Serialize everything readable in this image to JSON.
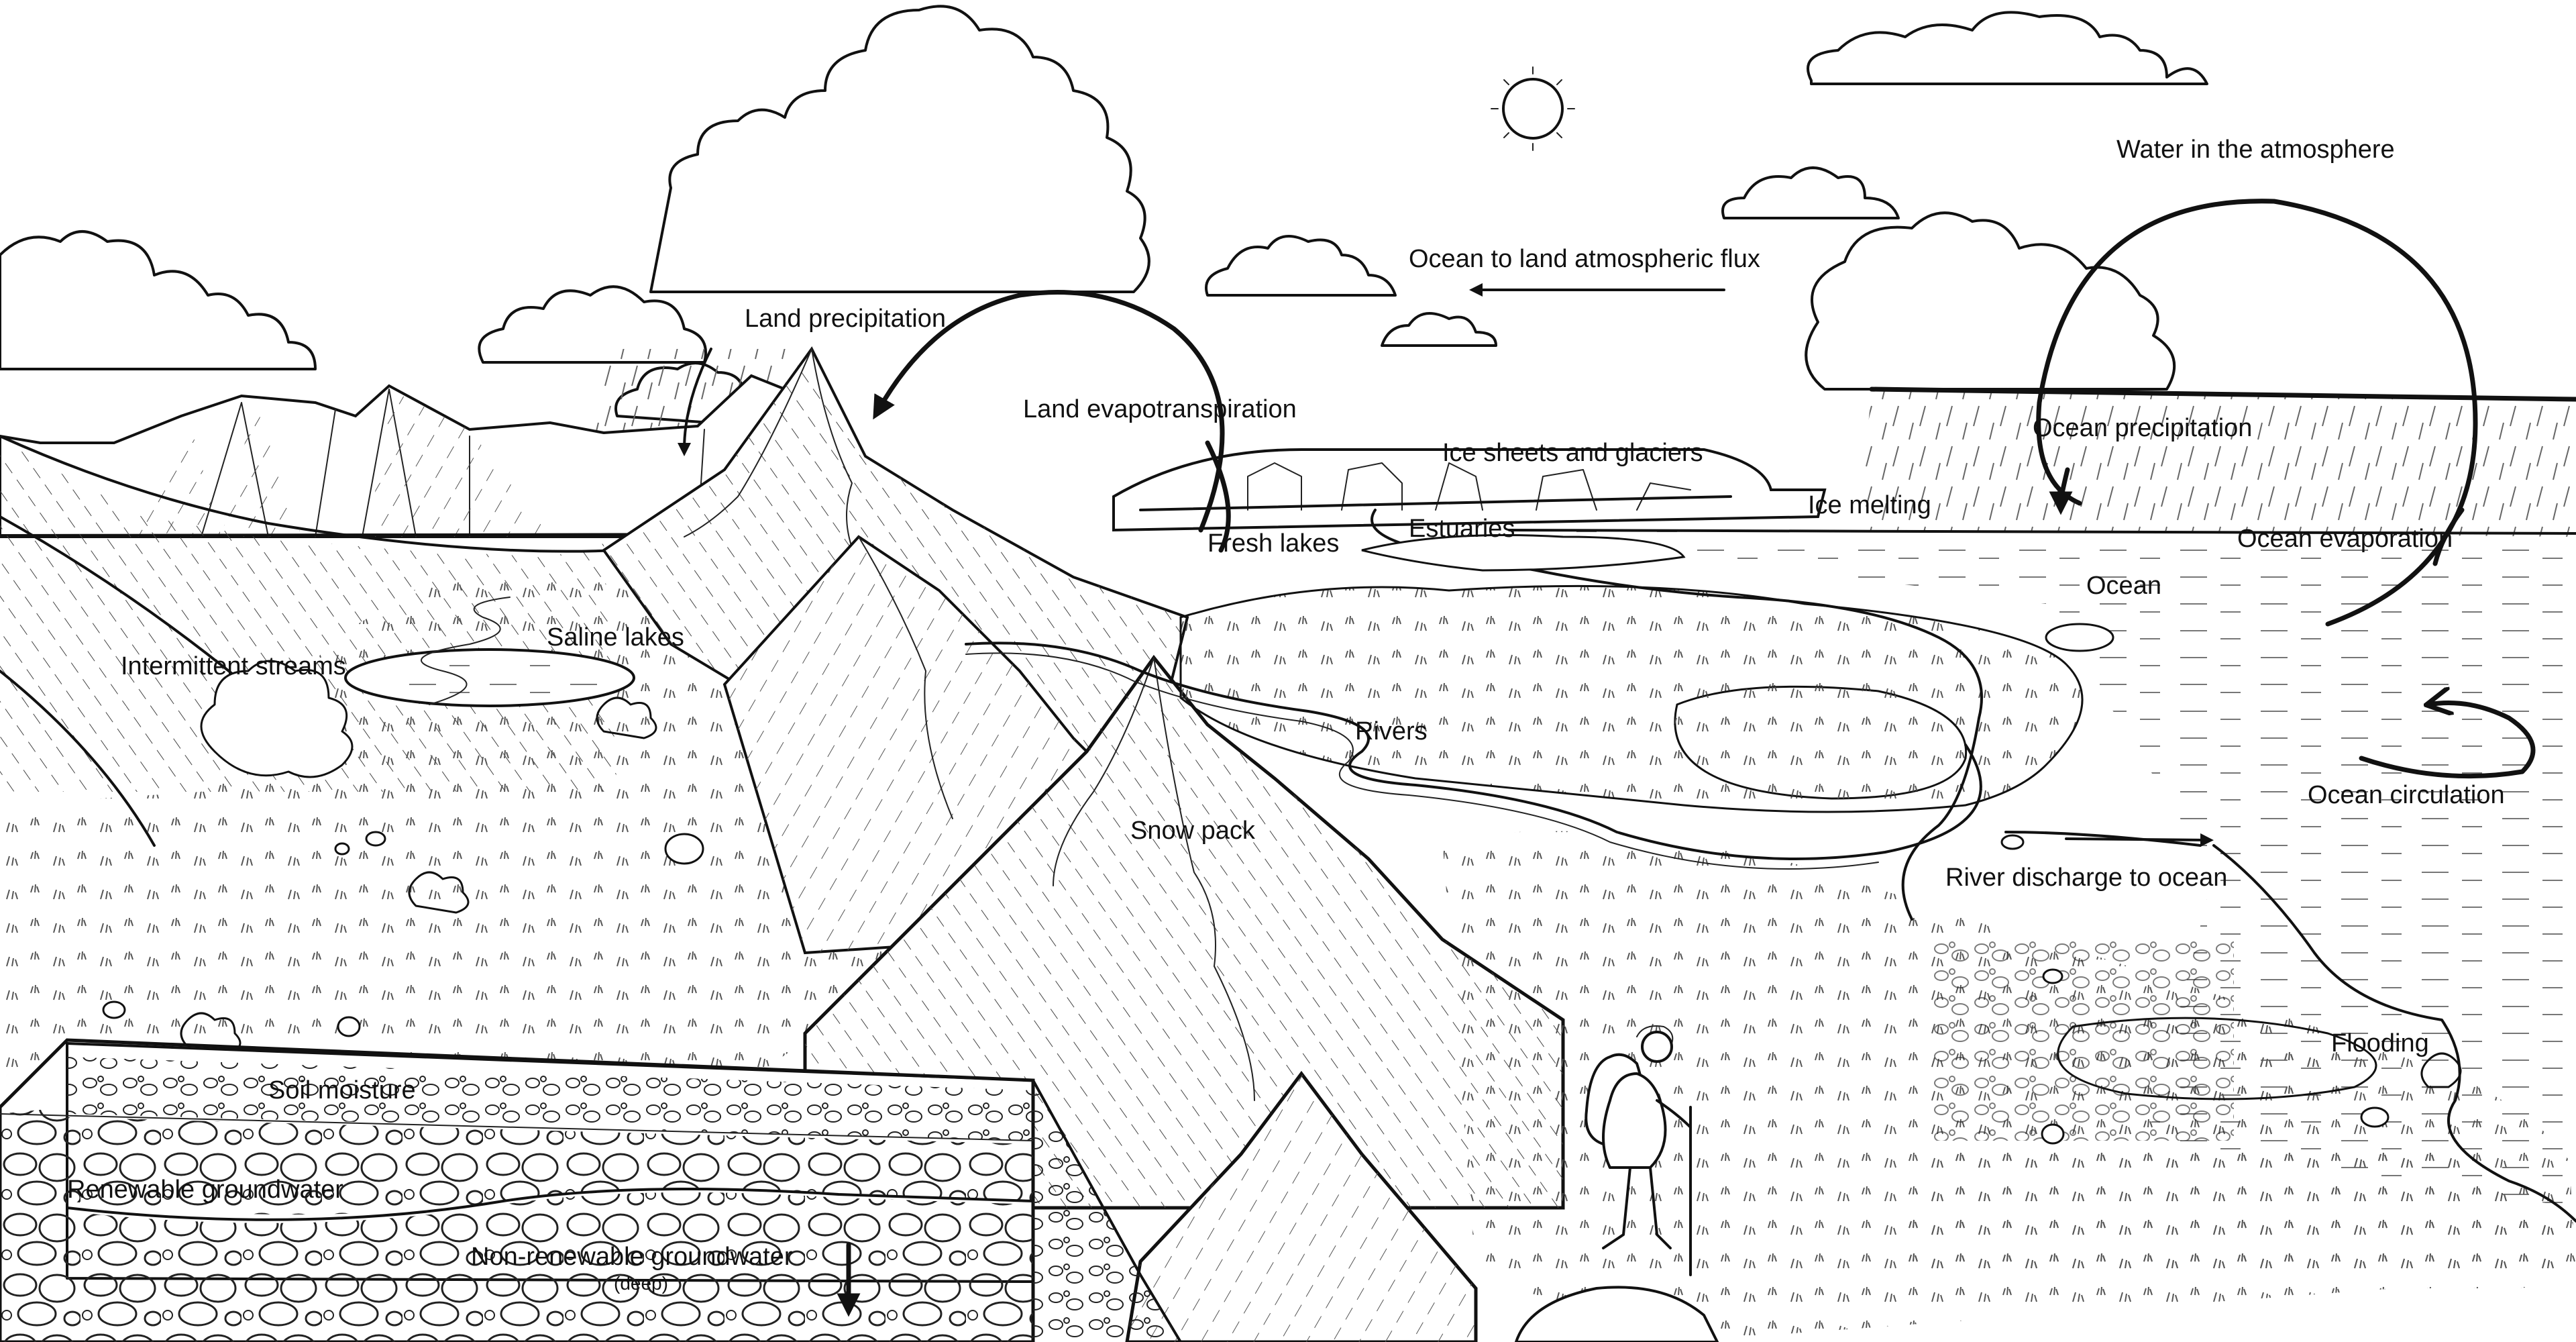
{
  "diagram": {
    "labels": {
      "water_in_atmosphere": "Water in the atmosphere",
      "ocean_to_land_flux": "Ocean to land atmospheric flux",
      "land_precipitation": "Land precipitation",
      "land_evapotranspiration": "Land evapotranspiration",
      "ice_sheets_glaciers": "Ice sheets and glaciers",
      "ice_melting": "Ice melting",
      "ocean_precipitation": "Ocean precipitation",
      "ocean_evaporation": "Ocean evaporation",
      "fresh_lakes": "Fresh lakes",
      "estuaries": "Estuaries",
      "ocean": "Ocean",
      "saline_lakes": "Saline lakes",
      "intermittent_streams": "Intermittent streams",
      "rivers": "Rivers",
      "ocean_circulation": "Ocean circulation",
      "snow_pack": "Snow pack",
      "river_discharge": "River discharge to ocean",
      "flooding": "Flooding",
      "soil_moisture": "Soil moisture",
      "renewable_groundwater": "Renewable groundwater",
      "non_renewable_groundwater": "Non-renewable groundwater",
      "deep_note": "(deep)"
    },
    "colors": {
      "ink": "#111111",
      "background": "#ffffff"
    }
  }
}
